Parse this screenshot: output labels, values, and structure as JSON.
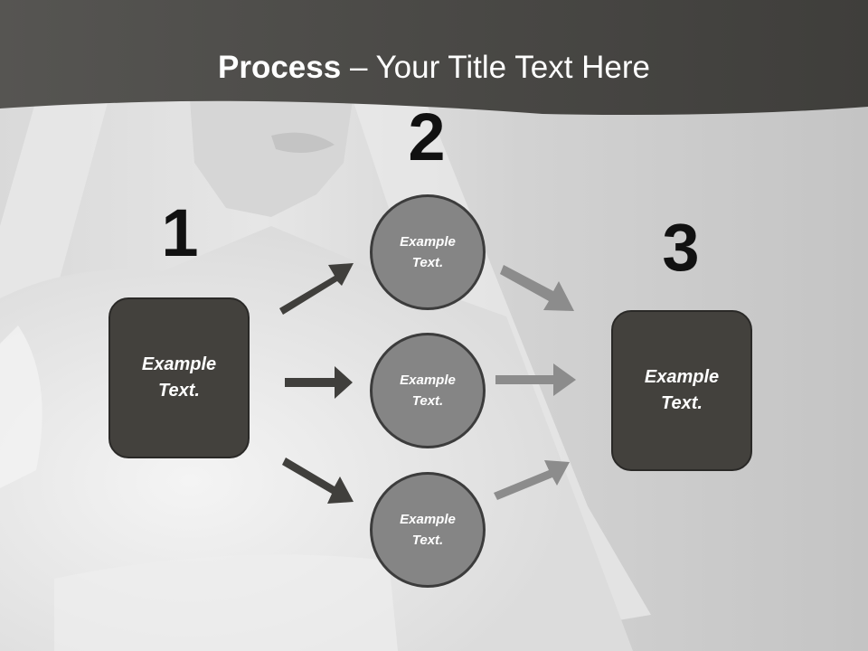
{
  "slide": {
    "title_bold": "Process",
    "title_rest": " – Your Title Text Here"
  },
  "steps": [
    {
      "number": "1",
      "label": "Example Text."
    },
    {
      "number": "2",
      "items": [
        "Example Text.",
        "Example Text.",
        "Example Text."
      ]
    },
    {
      "number": "3",
      "label": "Example Text."
    }
  ],
  "colors": {
    "header": "#4a4946",
    "box": "#43413d",
    "circle": "#858585",
    "arrow_dark": "#403f3c",
    "arrow_light": "#8c8c8c"
  }
}
